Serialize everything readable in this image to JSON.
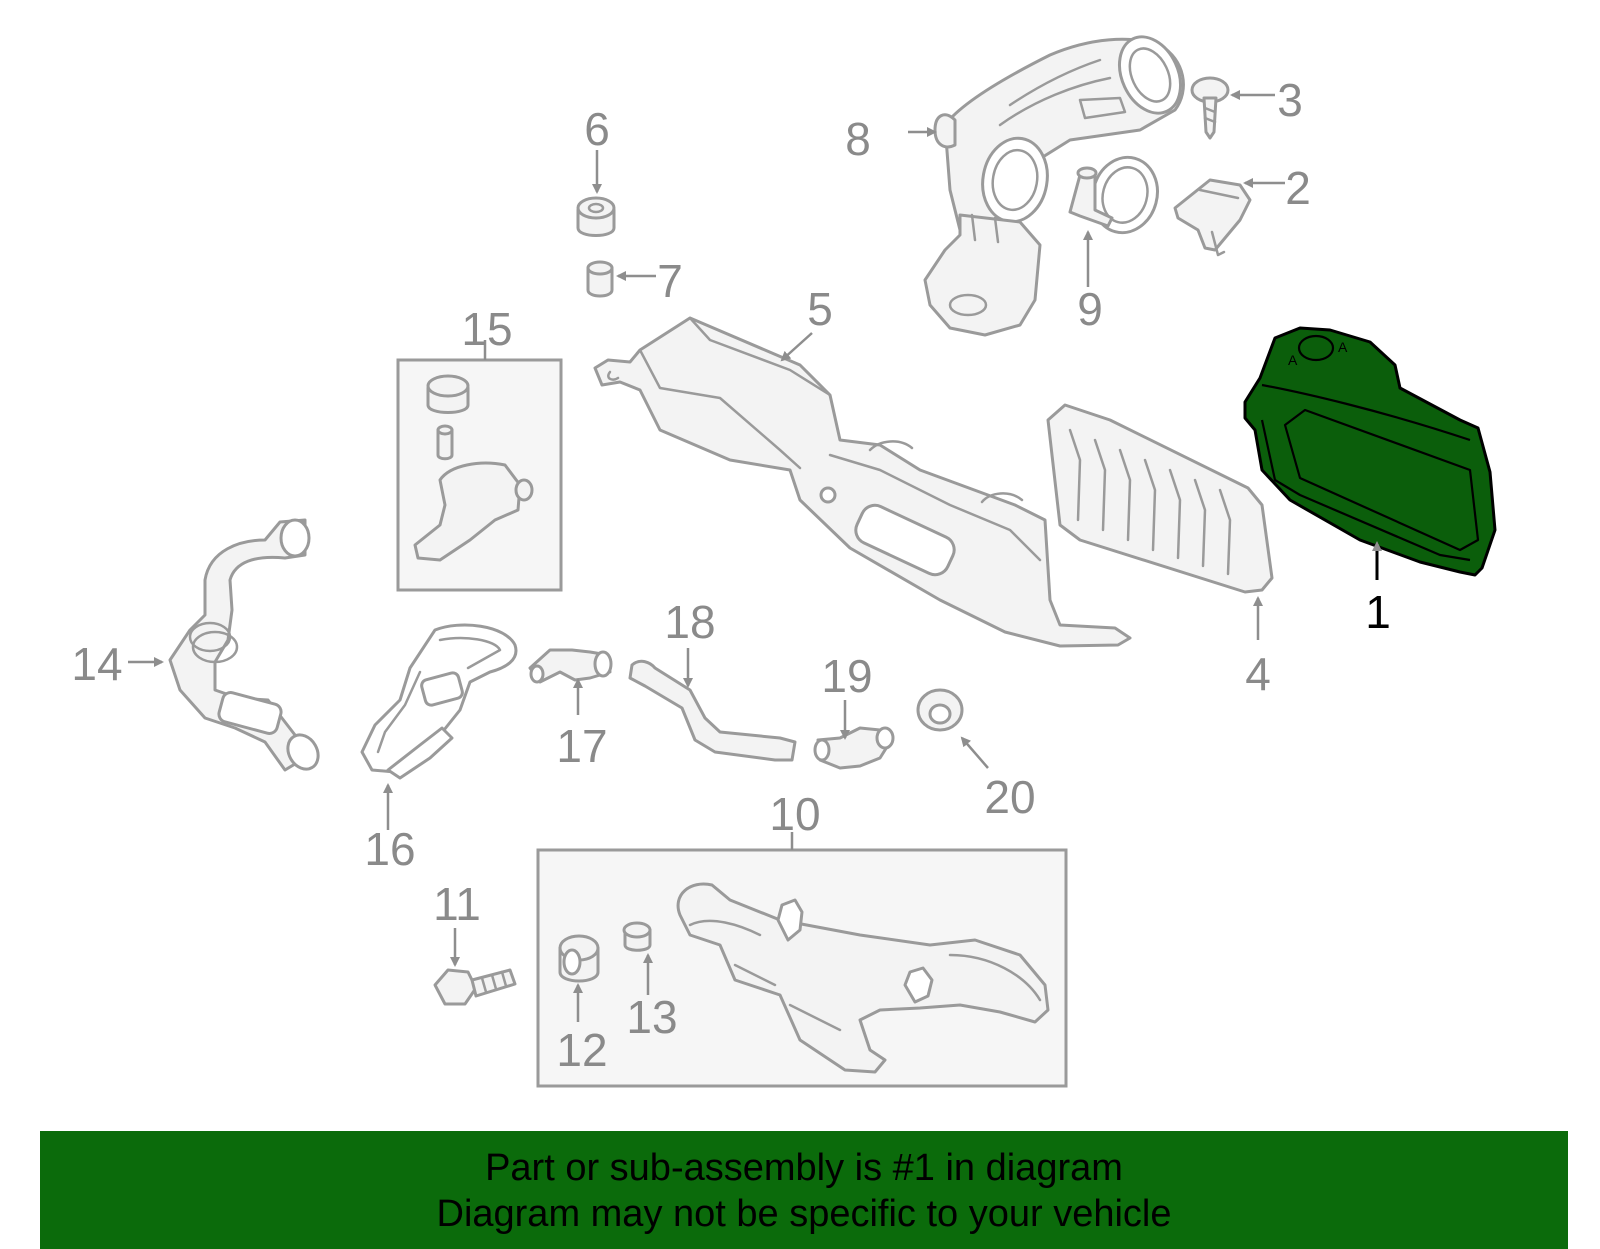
{
  "colors": {
    "highlight": "#0b5e0b",
    "banner": "#0b6b0b",
    "line": "#9a9a9a",
    "label": "#8a8a8a"
  },
  "callouts": {
    "c1": "1",
    "c2": "2",
    "c3": "3",
    "c4": "4",
    "c5": "5",
    "c6": "6",
    "c7": "7",
    "c8": "8",
    "c9": "9",
    "c10": "10",
    "c11": "11",
    "c12": "12",
    "c13": "13",
    "c14": "14",
    "c15": "15",
    "c16": "16",
    "c17": "17",
    "c18": "18",
    "c19": "19",
    "c20": "20"
  },
  "part1_marks": {
    "left": "A",
    "right": "A"
  },
  "banner": {
    "line1": "Part or sub-assembly is #1 in diagram",
    "line2": "Diagram may not be specific to your vehicle"
  }
}
